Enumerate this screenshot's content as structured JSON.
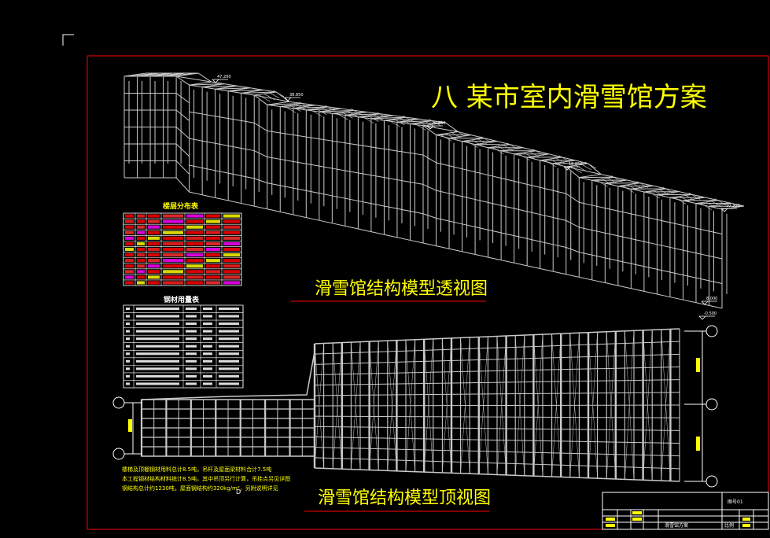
{
  "drawing": {
    "title": "八  某市室内滑雪馆方案",
    "perspective_caption": "滑雪馆结构模型透视图",
    "top_view_caption": "滑雪馆结构模型顶视图",
    "table1_title": "楼层分布表",
    "table2_title": "钢材用量表",
    "elevation_tags": [
      "47.200",
      "38.850",
      "28.850",
      "18.850",
      "10.300",
      "8.000",
      "-0.500"
    ],
    "notes": [
      "楼梯及顶棚钢材用料总计8.5吨，吊杆及屋面梁材料合计7.5吨",
      "本工程钢材结构材料统计8.5吨，其中吊顶另行计算，吊挂点另见详图",
      "钢结构总计约1230吨，屋面钢结构约320kg/m²，另附说明详见"
    ],
    "mark_d": "D",
    "title_block": {
      "drawing_name": "滑雪馆方案",
      "drawing_no": "图号01",
      "scale_label": "比例"
    },
    "colors": {
      "structure": "#c9c9c9",
      "text_yellow": "#ffff00",
      "border_red": "#ff0000",
      "table_red": "#ff0000",
      "background": "#000000"
    }
  }
}
